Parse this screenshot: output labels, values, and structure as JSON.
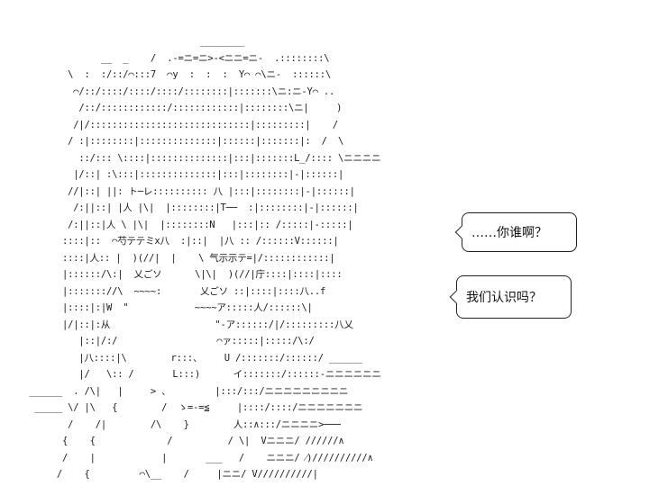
{
  "speech": {
    "line1": "……你谁啊？",
    "line2": "我们认识吗？"
  },
  "art_lines": [
    "                                 ________",
    "               __  _    /  .-=ニ=ニ>-<ニニ=ニ-  .::::::::\\",
    "         \\  :  :/::/⌒:::7  ⌒y  :  :  :  Y⌒ ⌒\\ニ-  ::::::\\",
    "          ⌒/::/::::/::::/::::/::::::::|:::::::\\ニ:ニ-Y⌒ ..",
    "           /::/::::::::::::/::::::::::::|::::::::\\ニ|     )",
    "          /|/:::::::::::::::::::::::::::::|:::::::::|    /",
    "         / :|::::::::|::::::::::::::|::::::|:::::::|:  /  \\",
    "           ::/::: \\::::|::::::::::::::|:::|:::::::L_/:::: \\ニニニニ",
    "          |/::| :\\:::|::::::::::::::|:::|::::::::|-|::::::|",
    "         //|::| ||: ト─レ:::::::::: 八 |:::|::::::::|-|::::::|",
    "          /:||::| |人 |\\|  |::::::::|T──  :|::::::::|-|::::::|",
    "         /:||::|人 \\ |\\|  |::::::::N   |:::|:: /:::::|-:::::|",
    "        ::::|::  ⌒芍テテミx八  :|::|  |八 :: /::::::V::::::|",
    "        ::::|人:: |  )(//|  |    \\ 气示示テ=|/::::::::::::|",
    "        |::::::/\\:|  乂ごソ      \\|\\|  )(//|庁::::|::::|::::",
    "        |::::::://\\  ~~~~:       乂ごソ ::|::::|::::八..f",
    "        |::::|:|W  \"            ~~~~ア:::::人/::::::\\|",
    "        |/|::|:从                   \"-ア::::::/|/:::::::::八乂",
    "           |::|/:/                  ⌒ァ:::::|:::::/\\:/",
    "           |八::::|\\        r:::、    U /:::::::/::::::/ ______",
    "           |/   \\:: /       L:::)      イ:::::::/::::::-ニニニニニニ",
    "  ______  . /\\|   |     > 、        |:::/:::/ニニニニニニニニニ",
    "   _____ \\/ |\\   {        /  ゝ=-=≦     |::::/::::/ニニニニニニニ",
    "         /    /|        /\\    }        人::∧:::/ニニニニ>───",
    "        {    {             /          / \\|  Vニニニ/ //////∧",
    "        /    |            |       ___   /    ニニニ/ ⁄)//////////∧",
    "       /    {         ⌒\\__    /     |ニニ/ V//////////|"
  ]
}
